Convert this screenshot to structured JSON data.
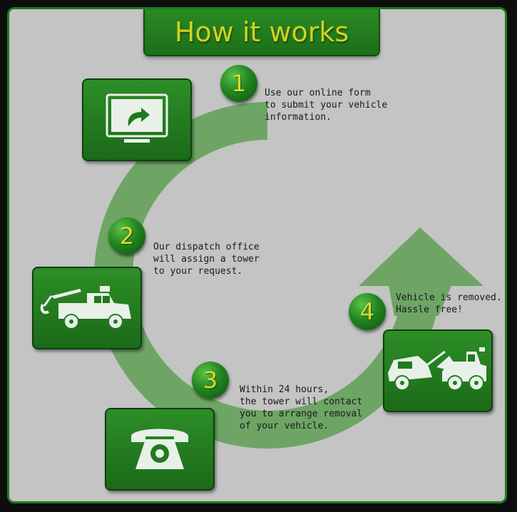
{
  "title": "How it works",
  "colors": {
    "background": "#c4c4c4",
    "tile_green": "#24801f",
    "arrow_green": "#6ea565",
    "title_text": "#cfd21f",
    "badge_number": "#d8da2c"
  },
  "steps": [
    {
      "number": "1",
      "icon": "monitor-arrow-icon",
      "text": "Use our online form\nto submit your vehicle\ninformation."
    },
    {
      "number": "2",
      "icon": "tow-truck-icon",
      "text": "Our dispatch office\nwill assign a tower\nto your request."
    },
    {
      "number": "3",
      "icon": "telephone-icon",
      "text": "Within 24 hours,\nthe tower will contact\nyou to arrange removal\nof your vehicle."
    },
    {
      "number": "4",
      "icon": "tow-truck-towing-car-icon",
      "text": "Vehicle is removed.\nHassle free!"
    }
  ]
}
